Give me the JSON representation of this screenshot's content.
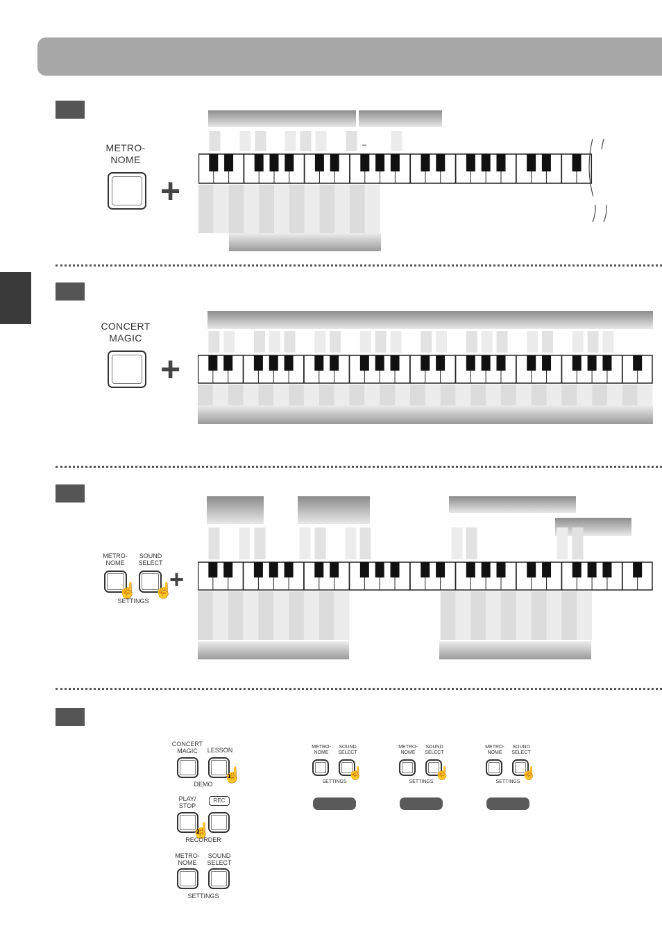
{
  "panels": {
    "p1": {
      "button": "METRO-\nNOME",
      "minus": "–",
      "plus": "+"
    },
    "p2": {
      "button": "CONCERT\nMAGIC"
    },
    "p3": {
      "button_left": "METRO-\nNOME",
      "button_right": "SOUND\nSELECT",
      "group": "SETTINGS",
      "minus": "–",
      "plus": "+"
    },
    "p4": {
      "concert_magic": "CONCERT\nMAGIC",
      "lesson": "LESSON",
      "demo": "DEMO",
      "play_stop": "PLAY/\nSTOP",
      "rec": "REC",
      "recorder": "RECORDER",
      "metronome": "METRO-\nNOME",
      "sound_select": "SOUND\nSELECT",
      "settings": "SETTINGS",
      "step_1": "1",
      "step_2": "2"
    }
  },
  "symbols": {
    "plus_large": "+"
  },
  "icons": [
    "pointing-hand-icon",
    "keyboard-break-icon"
  ],
  "colors": {
    "header": "#a7a7a7",
    "step_box": "#555555",
    "side_tab": "#3a3a3a"
  }
}
